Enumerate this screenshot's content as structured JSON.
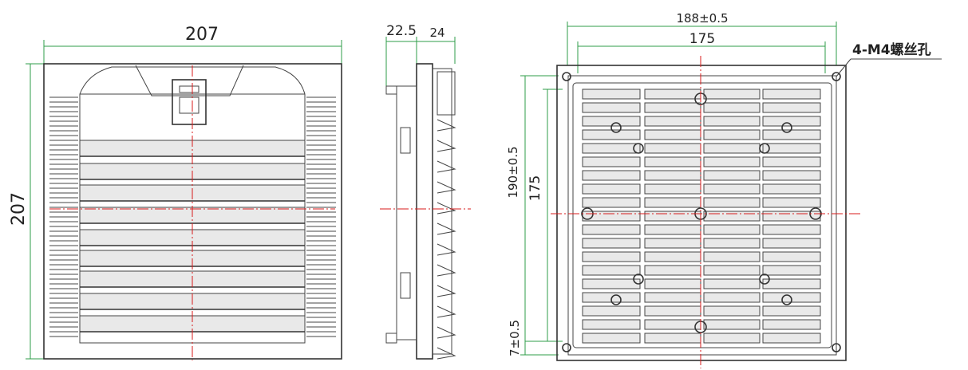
{
  "front_view": {
    "width_label": "207",
    "height_label": "207"
  },
  "side_view": {
    "depth_label_a": "22.5",
    "depth_label_b": "24"
  },
  "back_view": {
    "outer_width_label": "188±0.5",
    "hole_pitch_width_label": "175",
    "outer_height_label": "190±0.5",
    "hole_pitch_height_label": "175",
    "edge_offset_label": "7±0.5",
    "hole_callout_label": "4-M4螺丝孔"
  },
  "colors": {
    "dimension_line": "#2f9e4a",
    "center_line": "#d81b1b",
    "outline": "#333333"
  }
}
